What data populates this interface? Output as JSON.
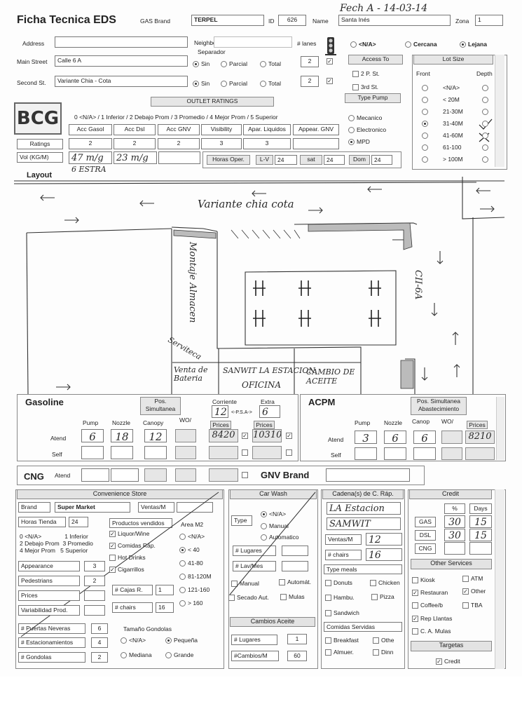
{
  "header": {
    "title": "Ficha Tecnica EDS",
    "gas_brand_label": "GAS Brand",
    "gas_brand": "TERPEL",
    "id_label": "ID",
    "id": "626",
    "name_label": "Name",
    "name": "Santa Inés",
    "zona_label": "Zona",
    "zona": "1",
    "handwritten_date": "Fech A - 14-03-14"
  },
  "address": {
    "address_label": "Address",
    "neighborhood": "Neighborhood",
    "separador": "Separador",
    "lanes_label": "# lanes",
    "main_street_label": "Main Street",
    "main_street": "Calle 6 A",
    "second_street_label": "Second St.",
    "second_street": "Variante Chia - Cota",
    "sep_options": [
      "Sin",
      "Parcial",
      "Total"
    ],
    "lanes_main": "2",
    "lanes_second": "2",
    "proximity": [
      "<N/A>",
      "Cercana",
      "Lejana"
    ]
  },
  "access": {
    "title": "Access To",
    "options": [
      "2 P. St.",
      "3rd St."
    ],
    "pump_title": "Type Pump",
    "pump_options": [
      "Mecanico",
      "Electronico",
      "MPD"
    ]
  },
  "lot": {
    "title": "Lot Size",
    "front": "Front",
    "depth": "Depth",
    "sizes": [
      "<N/A>",
      "< 20M",
      "21-30M",
      "31-40M",
      "41-60M",
      "61-100",
      "> 100M"
    ]
  },
  "ratings": {
    "logo": "BCG",
    "title": "OUTLET RATINGS",
    "scale": "0 <N/A> / 1 Inferior / 2 Debajo Prom / 3 Promedio / 4 Mejor Prom / 5 Superior",
    "columns": [
      "Acc Gasol",
      "Acc Dsl",
      "Acc GNV",
      "Visibility",
      "Apar. Liquidos",
      "Appear. GNV"
    ],
    "row_label": "Ratings",
    "values": [
      "2",
      "2",
      "2",
      "3",
      "3",
      ""
    ],
    "vol_label": "Vol (KG/M)",
    "vol_hand_1": "47 m/g",
    "vol_hand_2": "23 m/g",
    "vol_hand_3": "6 ESTRA",
    "horas_label": "Horas Oper.",
    "lv_label": "L-V",
    "lv": "24",
    "sat_label": "sat",
    "sat": "24",
    "dom_label": "Dom",
    "dom": "24"
  },
  "layout": {
    "title": "Layout",
    "road_label": "Variante chia cota",
    "street_label": "CII-6A",
    "building_label": "Montaje Almacen",
    "serviteca_label": "Serviteca",
    "venta_label": "Venta de Bateria",
    "sanwit_label": "SANWIT LA ESTACION",
    "oficina_label": "OFICINA",
    "cambio_label": "CAMBIO DE ACEITE"
  },
  "gasoline": {
    "title": "Gasoline",
    "pos_sim": "Pos. Simultanea Abastecimiento",
    "corriente_label": "Corriente",
    "extra_label": "Extra",
    "corriente_hand": "12",
    "extra_hand": "6",
    "psa": "<-P.S.A->",
    "cols": [
      "Pump",
      "Nozzle",
      "Canopy",
      "WO/"
    ],
    "atend_label": "Atend",
    "self_label": "Self",
    "atend": [
      "6",
      "18",
      "12"
    ],
    "prices_label": "Prices",
    "price_corriente": "8420",
    "price_extra": "10310"
  },
  "acpm": {
    "title": "ACPM",
    "pos_sim": "Pos. Simultanea Abastecimiento",
    "cols": [
      "Pump",
      "Nozzle",
      "Canop",
      "WO/"
    ],
    "atend_label": "Atend",
    "self_label": "Self",
    "atend": [
      "3",
      "6",
      "6"
    ],
    "prices_label": "Prices",
    "price": "8210"
  },
  "cng": {
    "title": "CNG",
    "atend_label": "Atend",
    "gnv_brand_label": "GNV Brand"
  },
  "store": {
    "title": "Convenience Store",
    "brand_label": "Brand",
    "brand": "Super Market",
    "ventas_label": "Ventas/M",
    "horas_label": "Horas Tienda",
    "horas": "24",
    "scale": [
      "0 <N/A>",
      "1 Inferior",
      "2 Debajo Prom",
      "3 Promedio",
      "4 Mejor Prom",
      "5 Superior"
    ],
    "products_title": "Productos vendidos",
    "products": [
      "Liquor/Wine",
      "Comidas Ráp.",
      "Hot Drinks",
      "Cigarrillos"
    ],
    "area_title": "Area M2",
    "areas": [
      "<N/A>",
      "< 40",
      "41-80",
      "81-120M",
      "121-160",
      "> 160"
    ],
    "ratings": [
      {
        "label": "Appearance",
        "value": "3"
      },
      {
        "label": "Pedestrians",
        "value": "2"
      },
      {
        "label": "Prices",
        "value": ""
      },
      {
        "label": "Variabilidad Prod.",
        "value": ""
      }
    ],
    "cajas_label": "# Cajas R.",
    "cajas": "1",
    "chairs_label": "# chairs",
    "chairs": "16",
    "neveras_label": "# Puertas Neveras",
    "neveras": "6",
    "estac_label": "# Estacionamientos",
    "estac": "4",
    "gondolas_label": "# Gondolas",
    "gondolas": "2",
    "tamano_title": "Tamaño Gondolas",
    "tamano": [
      "<N/A>",
      "Pequeña",
      "Mediana",
      "Grande"
    ]
  },
  "carwash": {
    "title": "Car Wash",
    "type_label": "Type",
    "types": [
      "<N/A>",
      "Manual",
      "Automatico"
    ],
    "lugares_label": "# Lugares",
    "lav_label": "# Lav/Mes",
    "opts": [
      "Manual",
      "Automát.",
      "Secado Aut.",
      "Mulas"
    ],
    "cambios_title": "Cambios Aceite",
    "cambios_lugares_label": "# Lugares",
    "cambios_lugares": "1",
    "cambios_label": "#Cambios/M",
    "cambios": "60"
  },
  "cadena": {
    "title": "Cadena(s) de C. Ráp.",
    "hand_1": "LA Estacion",
    "hand_2": "SAMWIT",
    "ventas_label": "Ventas/M",
    "ventas_hand": "12",
    "chairs_label": "# chairs",
    "chairs_hand": "16",
    "meals_title": "Type meals",
    "meals": [
      "Donuts",
      "Chicken",
      "Hambu.",
      "Pizza",
      "Sandwich"
    ],
    "comidas_title": "Comidas Servidas",
    "comidas": [
      "Breakfast",
      "Othe",
      "Almuer.",
      "Dinn"
    ]
  },
  "credit": {
    "title": "Credit",
    "pct": "%",
    "days": "Days",
    "rows": [
      {
        "label": "GAS",
        "pct": "30",
        "days": "15"
      },
      {
        "label": "DSL",
        "pct": "30",
        "days": "15"
      },
      {
        "label": "CNG",
        "pct": "",
        "days": ""
      }
    ],
    "other_title": "Other Services",
    "services": [
      "Kiosk",
      "ATM",
      "Restauran",
      "Other",
      "Coffee/b",
      "TBA",
      "Rep Llantas",
      "C. A. Mulas"
    ],
    "targetas_title": "Targetas",
    "credit_label": "Credit"
  }
}
